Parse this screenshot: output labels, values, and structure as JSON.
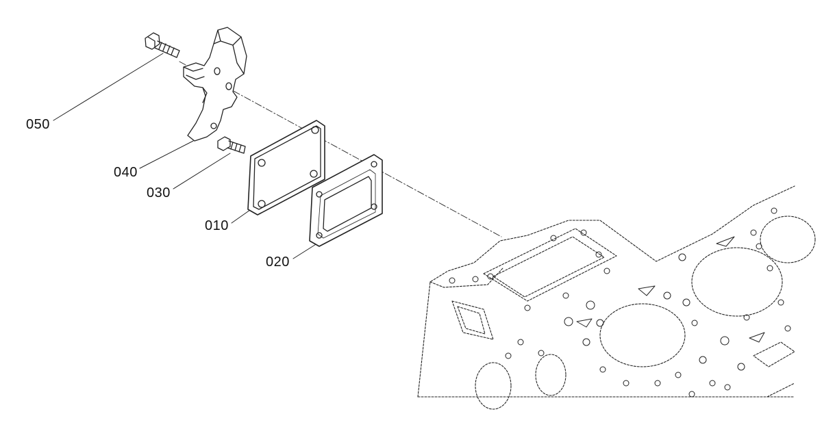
{
  "diagram": {
    "line_color": "#222222",
    "background": "#ffffff",
    "parts": [
      {
        "key": "p050",
        "number": "050",
        "description_icon": "bolt-icon"
      },
      {
        "key": "p040",
        "number": "040",
        "description_icon": "bracket-icon"
      },
      {
        "key": "p030",
        "number": "030",
        "description_icon": "bolt-icon"
      },
      {
        "key": "p010",
        "number": "010",
        "description_icon": "cover-plate-icon"
      },
      {
        "key": "p020",
        "number": "020",
        "description_icon": "gasket-icon"
      }
    ],
    "labels": {
      "p050": "050",
      "p040": "040",
      "p030": "030",
      "p010": "010",
      "p020": "020"
    }
  }
}
